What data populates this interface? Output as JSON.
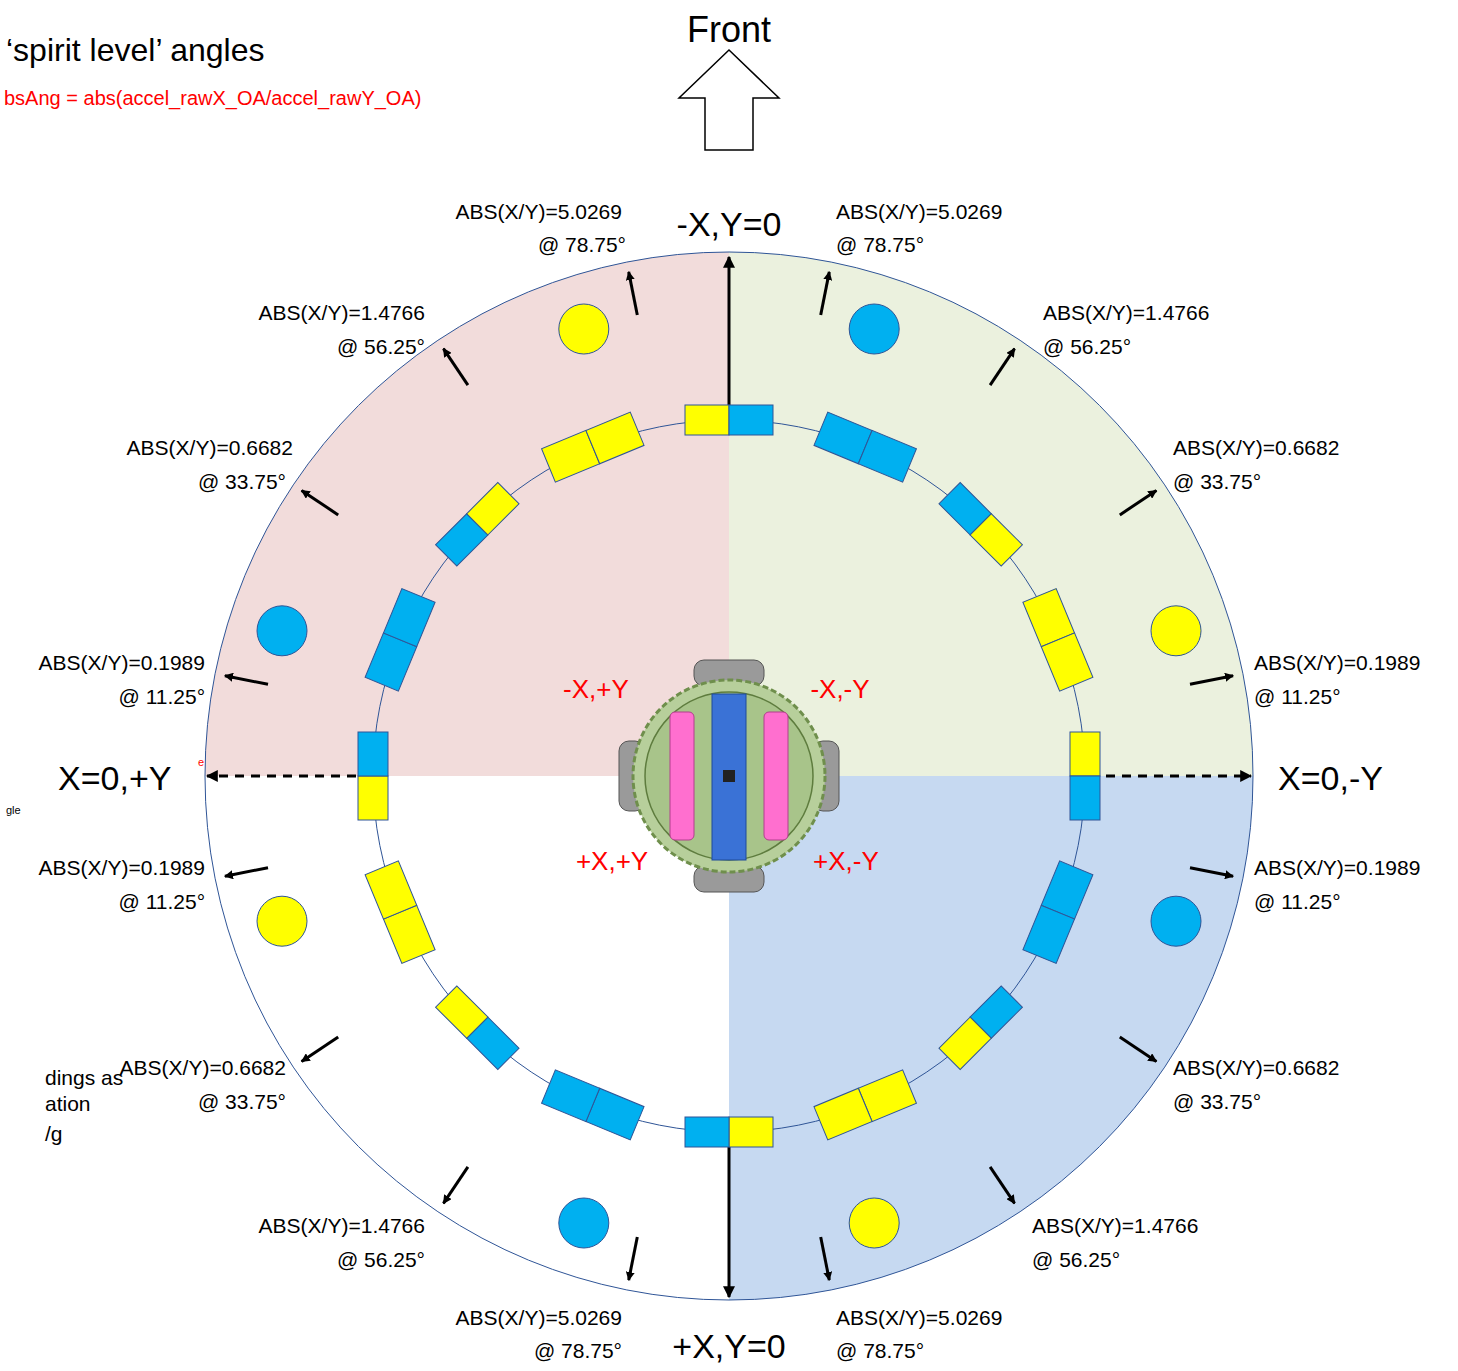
{
  "diagram": {
    "title": "‘spirit level’ angles",
    "labels": [
      "bsAng = abs(accel_rawX_OA/accel_rawY_OA)",
      "Front",
      "ABS(X/Y)=5.0269",
      "@ 78.75°",
      "-X,Y=0",
      "ABS(X/Y)=5.0269",
      "@ 78.75°",
      "ABS(X/Y)=1.4766",
      "@ 56.25°",
      "ABS(X/Y)=1.4766",
      "@ 56.25°",
      "ABS(X/Y)=0.6682",
      "@ 33.75°",
      "ABS(X/Y)=0.6682",
      "@ 33.75°",
      "ABS(X/Y)=0.1989",
      "@ 11.25°",
      "-X,+Y",
      "-X,-Y",
      "ABS(X/Y)=0.1989",
      "@ 11.25°",
      "X=0,+Y",
      "X=0,-Y",
      "e",
      "ABS(X/Y)=0.1989",
      "@ 11.25°",
      "+X,+Y",
      "+X,-Y",
      "ABS(X/Y)=0.1989",
      "@ 11.25°",
      "gle",
      "ABS(X/Y)=0.6682",
      "@ 33.75°",
      "ABS(X/Y)=0.6682",
      "@ 33.75°",
      "dings as",
      "ation",
      "ABS(X/Y)=1.4766",
      "@ 56.25°",
      "ABS(X/Y)=1.4766",
      "@ 56.25°",
      "/g",
      "ABS(X/Y)=5.0269",
      "@ 78.75°",
      "+X,Y=0",
      "ABS(X/Y)=5.0269",
      "@ 78.75°"
    ]
  }
}
